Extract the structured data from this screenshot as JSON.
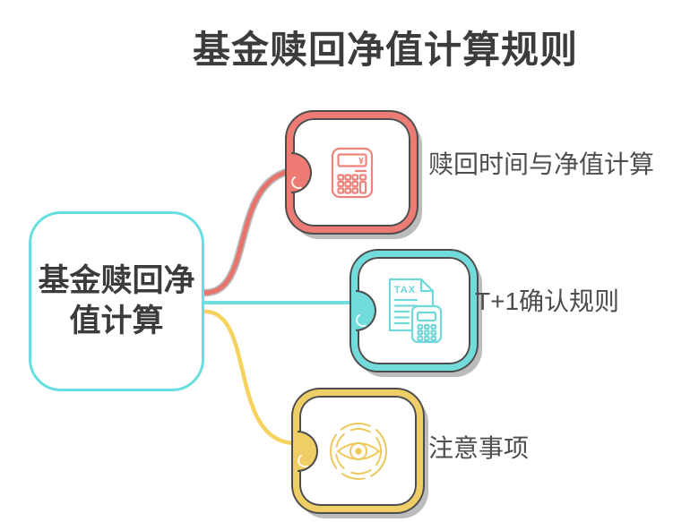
{
  "title": "基金赎回净值计算规则",
  "root": {
    "label": "基金赎回净值计算"
  },
  "branches": [
    {
      "label": "赎回时间与净值计算",
      "icon": "calculator-icon"
    },
    {
      "label": "T+1确认规则",
      "icon": "tax-document-icon"
    },
    {
      "label": "注意事项",
      "icon": "eye-icon"
    }
  ],
  "icons": {
    "tax_label": "TAX",
    "calculator_symbol": "¥"
  },
  "colors": {
    "title_text": "#3c3c3c",
    "label_text": "#4d4d4d",
    "root_border": "#67dee0",
    "root_text": "#3b3b3b",
    "node_red": "#ed7b73",
    "node_cyan": "#72dcdc",
    "node_yellow": "#f0ce66",
    "node_outline": "#4d4d4d",
    "node_shadow": "#bcbcbc",
    "connector_red": "#e7736b",
    "connector_red_shadow": "#b9b9b9",
    "connector_cyan": "#6fdede",
    "connector_yellow": "#f5d35e",
    "icon_red": "#ef837b",
    "icon_cyan": "#70d8d8",
    "icon_yellow": "#edc85b"
  }
}
